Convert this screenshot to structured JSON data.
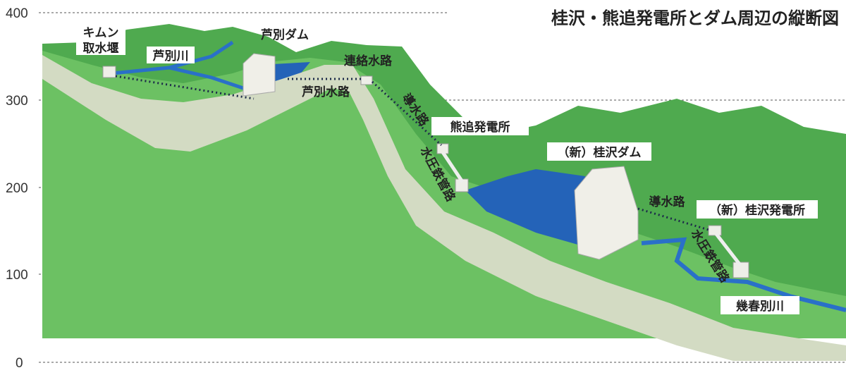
{
  "title": "桂沢・熊追発電所とダム周辺の縦断図",
  "y_axis": {
    "ticks": [
      "400",
      "300",
      "200",
      "100",
      "0"
    ],
    "values": [
      400,
      300,
      200,
      100,
      0
    ]
  },
  "labels": {
    "kimun_weir": [
      "キムン",
      "取水堰"
    ],
    "ashibetsu_river": "芦別川",
    "ashibetsu_dam": "芦別ダム",
    "connecting_channel": "連絡水路",
    "ashibetsu_channel": "芦別水路",
    "headrace_1": "導水路",
    "kumaoi_plant": "熊追発電所",
    "penstock_1": "水圧鉄管路",
    "new_katsurazawa_dam": "（新）桂沢ダム",
    "headrace_2": "導水路",
    "new_katsurazawa_plant": "（新）桂沢発電所",
    "penstock_2": "水圧鉄管路",
    "ikushunbetsu_river": "幾春別川"
  },
  "colors": {
    "hill": "#5fb85c",
    "hill_dark": "#3f9a45",
    "section": "#d3dbc3",
    "water": "#2463b8",
    "gridline": "#555555"
  }
}
